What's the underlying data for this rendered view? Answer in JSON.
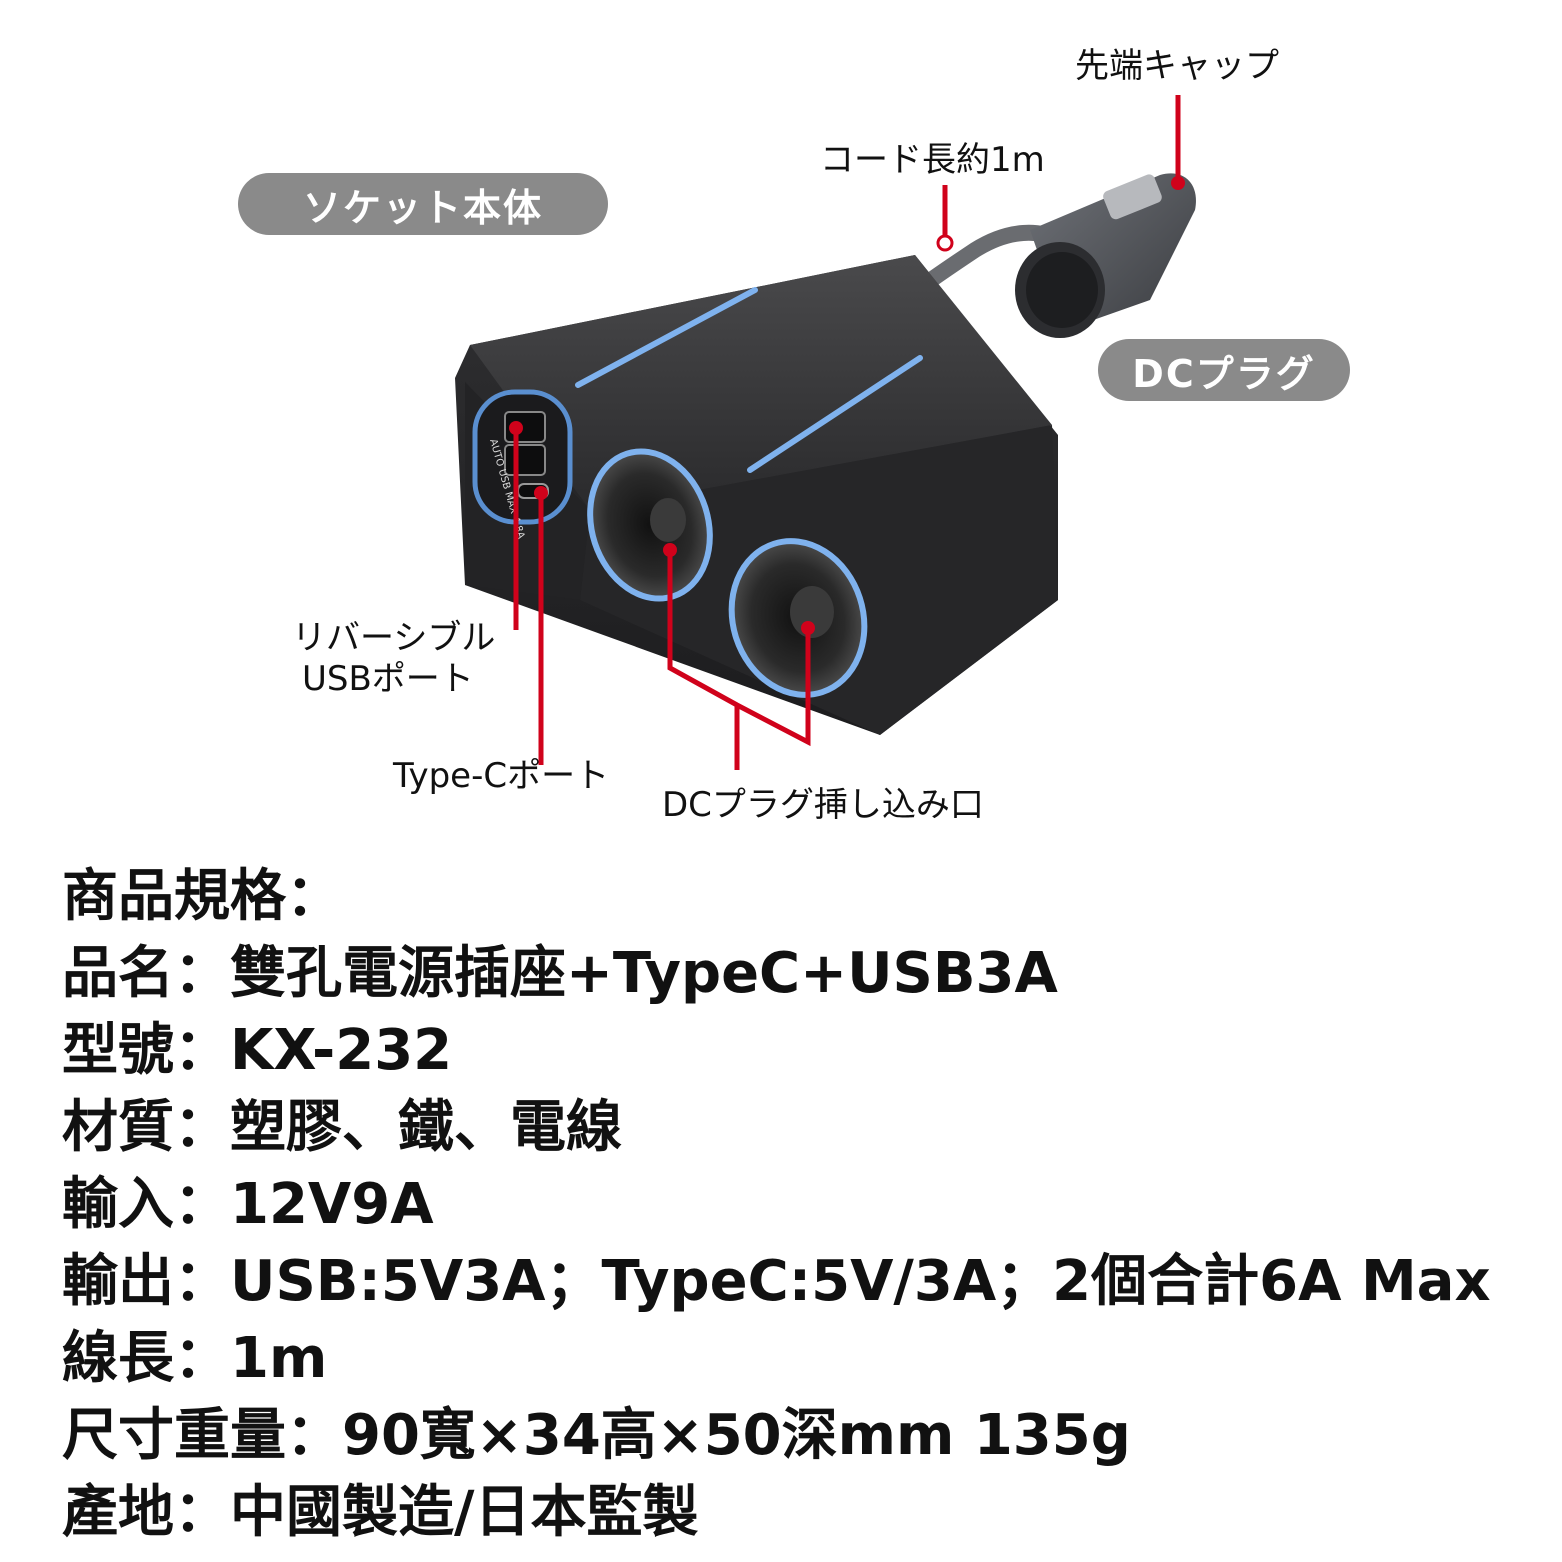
{
  "labels": {
    "socket_body": "ソケット本体",
    "dc_plug": "DCプラグ",
    "tip_cap": "先端キャップ",
    "cord_length": "コード長約1m",
    "usb_port_line1": "リバーシブル",
    "usb_port_line2": "USBポート",
    "typec_port": "Type-Cポート",
    "dc_socket": "DCプラグ挿し込み口"
  },
  "product_text": {
    "usb_panel": "AUTO USB MAX 4.8A"
  },
  "colors": {
    "pointer": "#d0021b",
    "pill_bg": "#8a8a8a",
    "accent_glow": "#7fb2ee",
    "body": "#2e2e2e"
  },
  "specs": {
    "heading": "商品規格：",
    "rows": [
      {
        "key": "品名",
        "sep": "：",
        "value": "雙孔電源插座+TypeC+USB3A"
      },
      {
        "key": "型號",
        "sep": "：",
        "value": "KX-232"
      },
      {
        "key": "材質",
        "sep": "：",
        "value": "塑膠、鐵、電線"
      },
      {
        "key": "輸入",
        "sep": "：",
        "value": "12V9A"
      },
      {
        "key": "輸出",
        "sep": "：",
        "value": "USB:5V3A；TypeC:5V/3A；2個合計6A Max"
      },
      {
        "key": "線長",
        "sep": "：",
        "value": "1m"
      },
      {
        "key": "尺寸重量",
        "sep": "：",
        "value": "90寬×34高×50深mm 135g"
      },
      {
        "key": "產地",
        "sep": "：",
        "value": "中國製造/日本監製"
      }
    ]
  }
}
